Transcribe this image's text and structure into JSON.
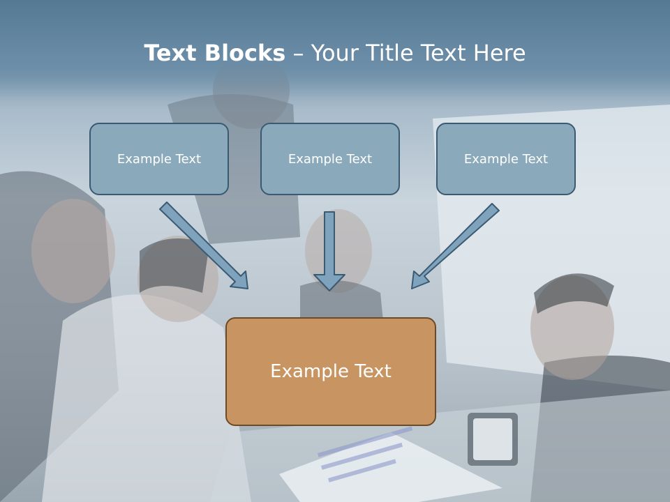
{
  "title": {
    "bold": "Text Blocks",
    "rest": "Your Title Text Here"
  },
  "blocks": [
    {
      "label": "Example Text"
    },
    {
      "label": "Example Text"
    },
    {
      "label": "Example Text"
    }
  ],
  "main_block": {
    "label": "Example Text"
  },
  "colors": {
    "small_box_fill": "#8aaabb",
    "small_box_border": "#3a5a72",
    "main_box_fill": "#c89562",
    "main_box_border": "#6d4a26",
    "arrow_fill": "#7fa3bd",
    "arrow_stroke": "#3a5a72"
  }
}
